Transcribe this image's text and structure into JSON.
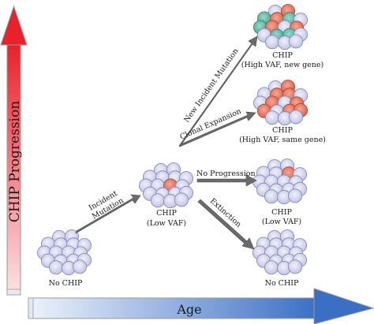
{
  "axes": {
    "y_label": "CHIP Progression",
    "x_label": "Age"
  },
  "stages": {
    "no_chip_start": {
      "label": "No CHIP"
    },
    "chip_low": {
      "line1": "CHIP",
      "line2": "(Low VAF)"
    },
    "chip_high_new": {
      "line1": "CHIP",
      "line2": "(High VAF, new gene)"
    },
    "chip_high_same": {
      "line1": "CHIP",
      "line2": "(High VAF, same gene)"
    },
    "chip_low_end": {
      "line1": "CHIP",
      "line2": "(Low VAF)"
    },
    "no_chip_end": {
      "label": "No CHIP"
    }
  },
  "transitions": {
    "incident_mutation": {
      "line1": "Incident",
      "line2": "Mutation"
    },
    "new_incident_mutation": "New Incident Mutation",
    "clonal_expansion": "Clonal Expansion",
    "no_progression": "No Progression",
    "extinction": "Extinction"
  },
  "colors": {
    "vertical_arrow_top": "#e8212b",
    "vertical_arrow_bottom": "#fbe3e4",
    "horizontal_arrow_start": "#eef3fb",
    "horizontal_arrow_end": "#3a6fc4",
    "cell_fill": "#cfd0ea",
    "cell_stroke": "#8a8cb8",
    "mutant_red": "#e3765f",
    "mutant_teal": "#5fb8a6",
    "transition_arrow": "#6b6b6b"
  }
}
